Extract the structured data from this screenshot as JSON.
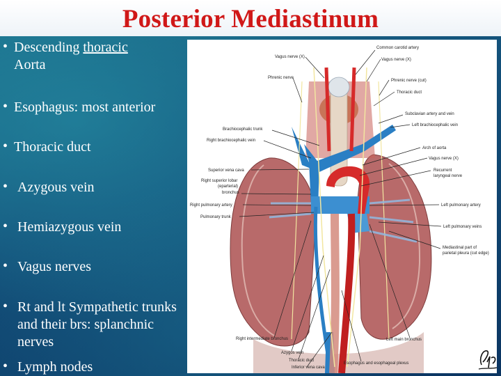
{
  "slide": {
    "title": "Posterior Mediastinum"
  },
  "bullets": [
    {
      "pre": "Descending ",
      "link": "thoracic",
      "line2": "Aorta"
    },
    {
      "text": "Esophagus: most anterior"
    },
    {
      "text": "Thoracic duct"
    },
    {
      "text": "Azygous vein"
    },
    {
      "text": "Hemiazygous vein"
    },
    {
      "text": "Vagus nerves"
    },
    {
      "text": "Rt and lt Sympathetic trunks and their brs: splanchnic nerves"
    },
    {
      "text": "Lymph nodes"
    }
  ],
  "figure": {
    "labels": {
      "common_carotid": "Common carotid artery",
      "vagus_x_left": "Vagus nerve (X)",
      "vagus_x_right": "Vagus nerve (X)",
      "phrenic": "Phrenic nerve",
      "phrenic_cut": "Phrenic nerve (cut)",
      "thoracic_duct_top": "Thoracic duct",
      "subclavian": "Subclavian artery and vein",
      "left_brachiocephalic": "Left brachiocephalic vein",
      "brachiocephalic_trunk": "Brachiocephalic trunk",
      "right_brachiocephalic": "Right brachiocephalic vein",
      "arch_aorta": "Arch of aorta",
      "vagus_x_lower": "Vagus nerve (X)",
      "recurrent_1": "Recurrent",
      "recurrent_2": "laryngeal nerve",
      "svc": "Superior vena cava",
      "rsl_1": "Right superior lobar",
      "rsl_2": "(eparterial)",
      "rsl_3": "bronchus",
      "right_pulm_artery": "Right pulmonary artery",
      "pulm_trunk": "Pulmonary trunk",
      "left_pulm_artery": "Left pulmonary artery",
      "left_pulm_veins": "Left pulmonary veins",
      "mediastinal_1": "Mediastinal part of",
      "mediastinal_2": "parietal pleura (cut edge)",
      "right_int_bronchus": "Right intermediate bronchus",
      "left_main_bronchus": "Left main bronchus",
      "azygos": "Azygos vein",
      "thoracic_duct_bottom": "Thoracic duct",
      "ivc": "Inferior vena cava",
      "esoph_plexus": "Esophagus and esophageal plexus"
    }
  },
  "colors": {
    "title": "#d01818",
    "artery": "#d62a2a",
    "vein": "#2a7fc4",
    "lung": "#b86a6a",
    "text": "#ffffff"
  }
}
